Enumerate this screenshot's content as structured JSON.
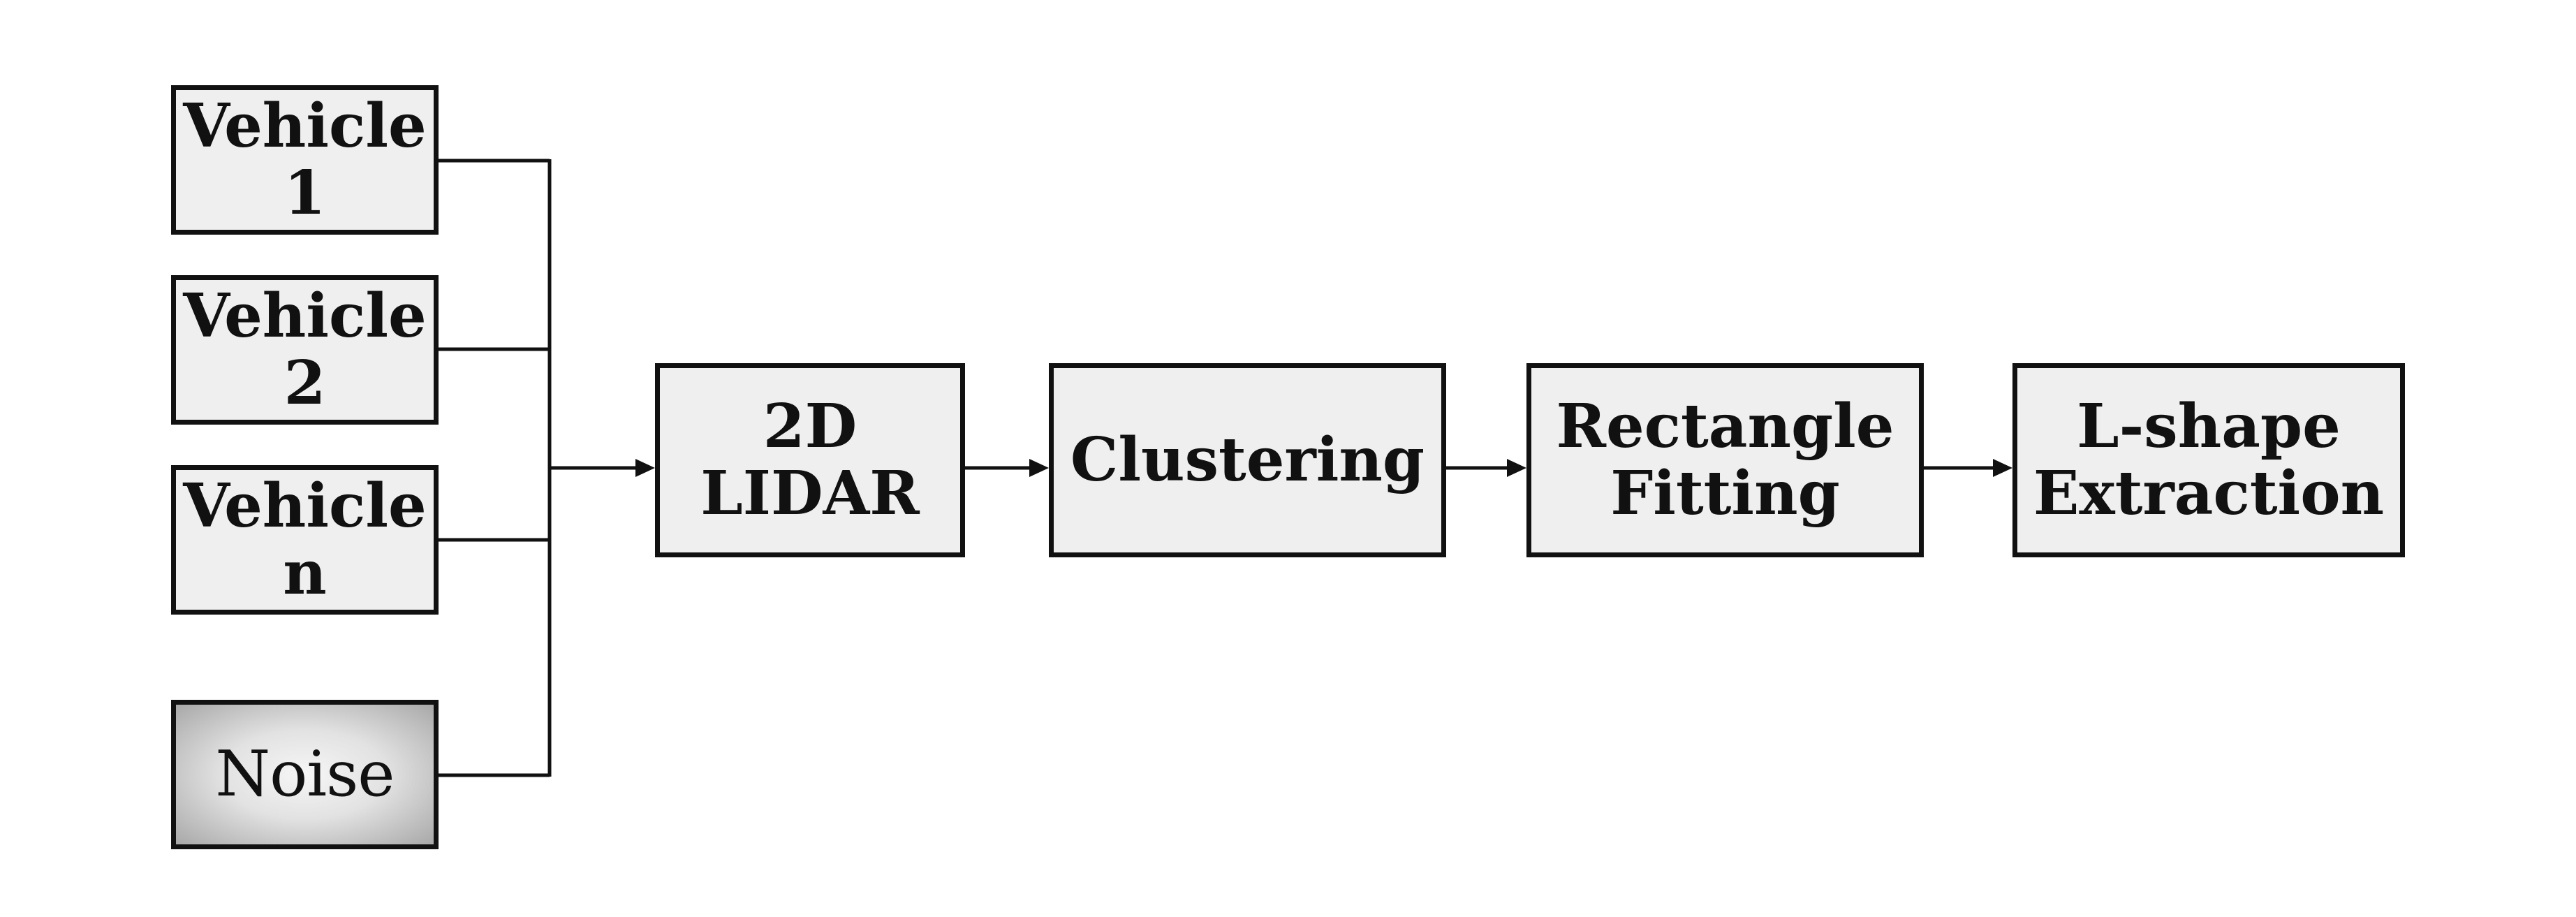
{
  "diagram": {
    "inputs": [
      {
        "id": "vehicle-1",
        "label": "Vehicle 1"
      },
      {
        "id": "vehicle-2",
        "label": "Vehicle 2"
      },
      {
        "id": "vehicle-n",
        "label": "Vehicle n"
      },
      {
        "id": "noise",
        "label": "Noise"
      }
    ],
    "pipeline": [
      {
        "id": "lidar",
        "label": "2D\nLIDAR"
      },
      {
        "id": "clustering",
        "label": "Clustering"
      },
      {
        "id": "rectangle-fitting",
        "label": "Rectangle\nFitting"
      },
      {
        "id": "l-shape-extraction",
        "label": "L-shape\nExtraction"
      }
    ],
    "edges": [
      {
        "from": "vehicle-1",
        "to": "lidar"
      },
      {
        "from": "vehicle-2",
        "to": "lidar"
      },
      {
        "from": "vehicle-n",
        "to": "lidar"
      },
      {
        "from": "noise",
        "to": "lidar"
      },
      {
        "from": "lidar",
        "to": "clustering"
      },
      {
        "from": "clustering",
        "to": "rectangle-fitting"
      },
      {
        "from": "rectangle-fitting",
        "to": "l-shape-extraction"
      }
    ],
    "colors": {
      "box_fill": "#efefef",
      "stroke": "#111111",
      "noise_fill": "#c8c8c8"
    }
  }
}
